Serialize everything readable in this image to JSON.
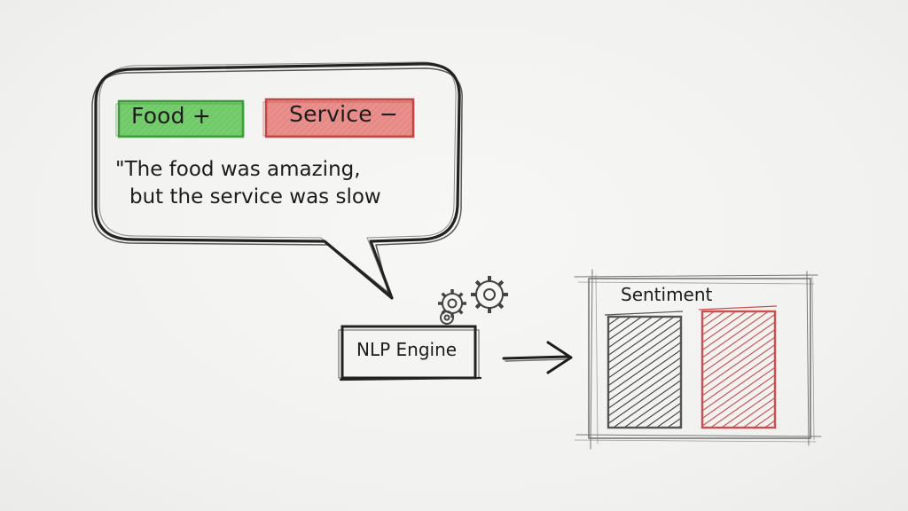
{
  "speech_bubble": {
    "tags": [
      {
        "label": "Food +",
        "color": "#6cc965"
      },
      {
        "label": "Service −",
        "color": "#d96a68"
      }
    ],
    "quote_line1": "\"The food was amazing,",
    "quote_line2": "but the service was slow"
  },
  "engine": {
    "label": "NLP Engine",
    "icon": "gears-icon"
  },
  "sentiment": {
    "title": "Sentiment",
    "bars": [
      {
        "color": "#555555",
        "value": 0.78
      },
      {
        "color": "#cc4f4f",
        "value": 0.82
      }
    ]
  }
}
